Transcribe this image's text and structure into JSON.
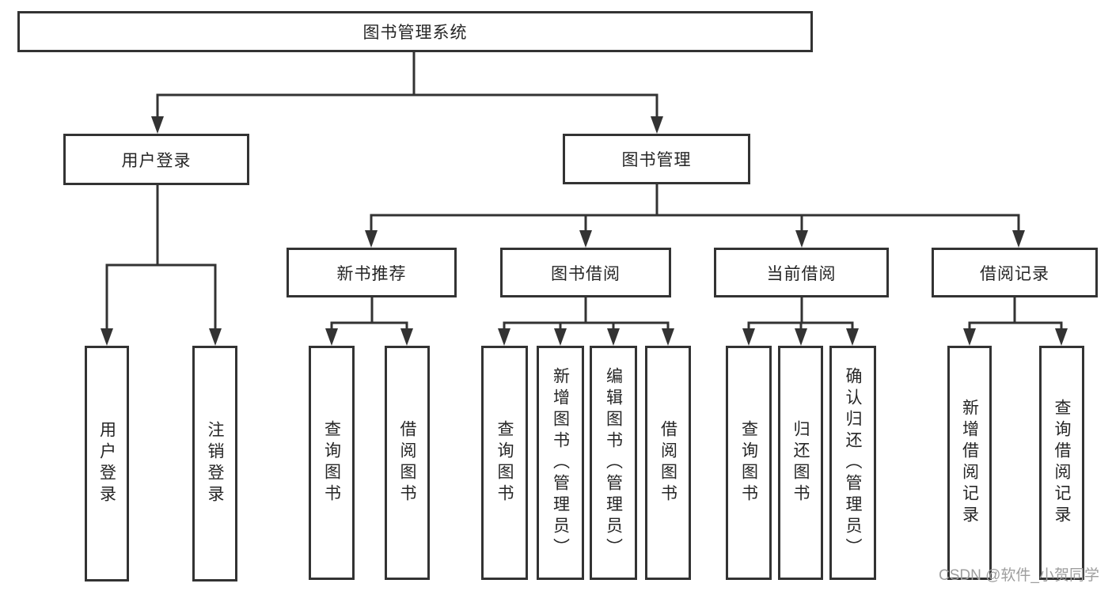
{
  "diagram": {
    "tree": {
      "root": {
        "label": "图书管理系统",
        "children": [
          {
            "label": "用户登录",
            "children": [
              {
                "label": "用户登录"
              },
              {
                "label": "注销登录"
              }
            ]
          },
          {
            "label": "图书管理",
            "children": [
              {
                "label": "新书推荐",
                "children": [
                  {
                    "label": "查询图书"
                  },
                  {
                    "label": "借阅图书"
                  }
                ]
              },
              {
                "label": "图书借阅",
                "children": [
                  {
                    "label": "查询图书"
                  },
                  {
                    "label": "新增图书（管理员）"
                  },
                  {
                    "label": "编辑图书（管理员）"
                  },
                  {
                    "label": "借阅图书"
                  }
                ]
              },
              {
                "label": "当前借阅",
                "children": [
                  {
                    "label": "查询图书"
                  },
                  {
                    "label": "归还图书"
                  },
                  {
                    "label": "确认归还（管理员）"
                  }
                ]
              },
              {
                "label": "借阅记录",
                "children": [
                  {
                    "label": "新增借阅记录"
                  },
                  {
                    "label": "查询借阅记录"
                  }
                ]
              }
            ]
          }
        ]
      }
    },
    "watermark": {
      "text": "CSDN @软件_小贺同学"
    },
    "colors": {
      "line": "#333333",
      "text": "#262626",
      "background": "#ffffff",
      "watermark": "#9e9e9e"
    }
  }
}
